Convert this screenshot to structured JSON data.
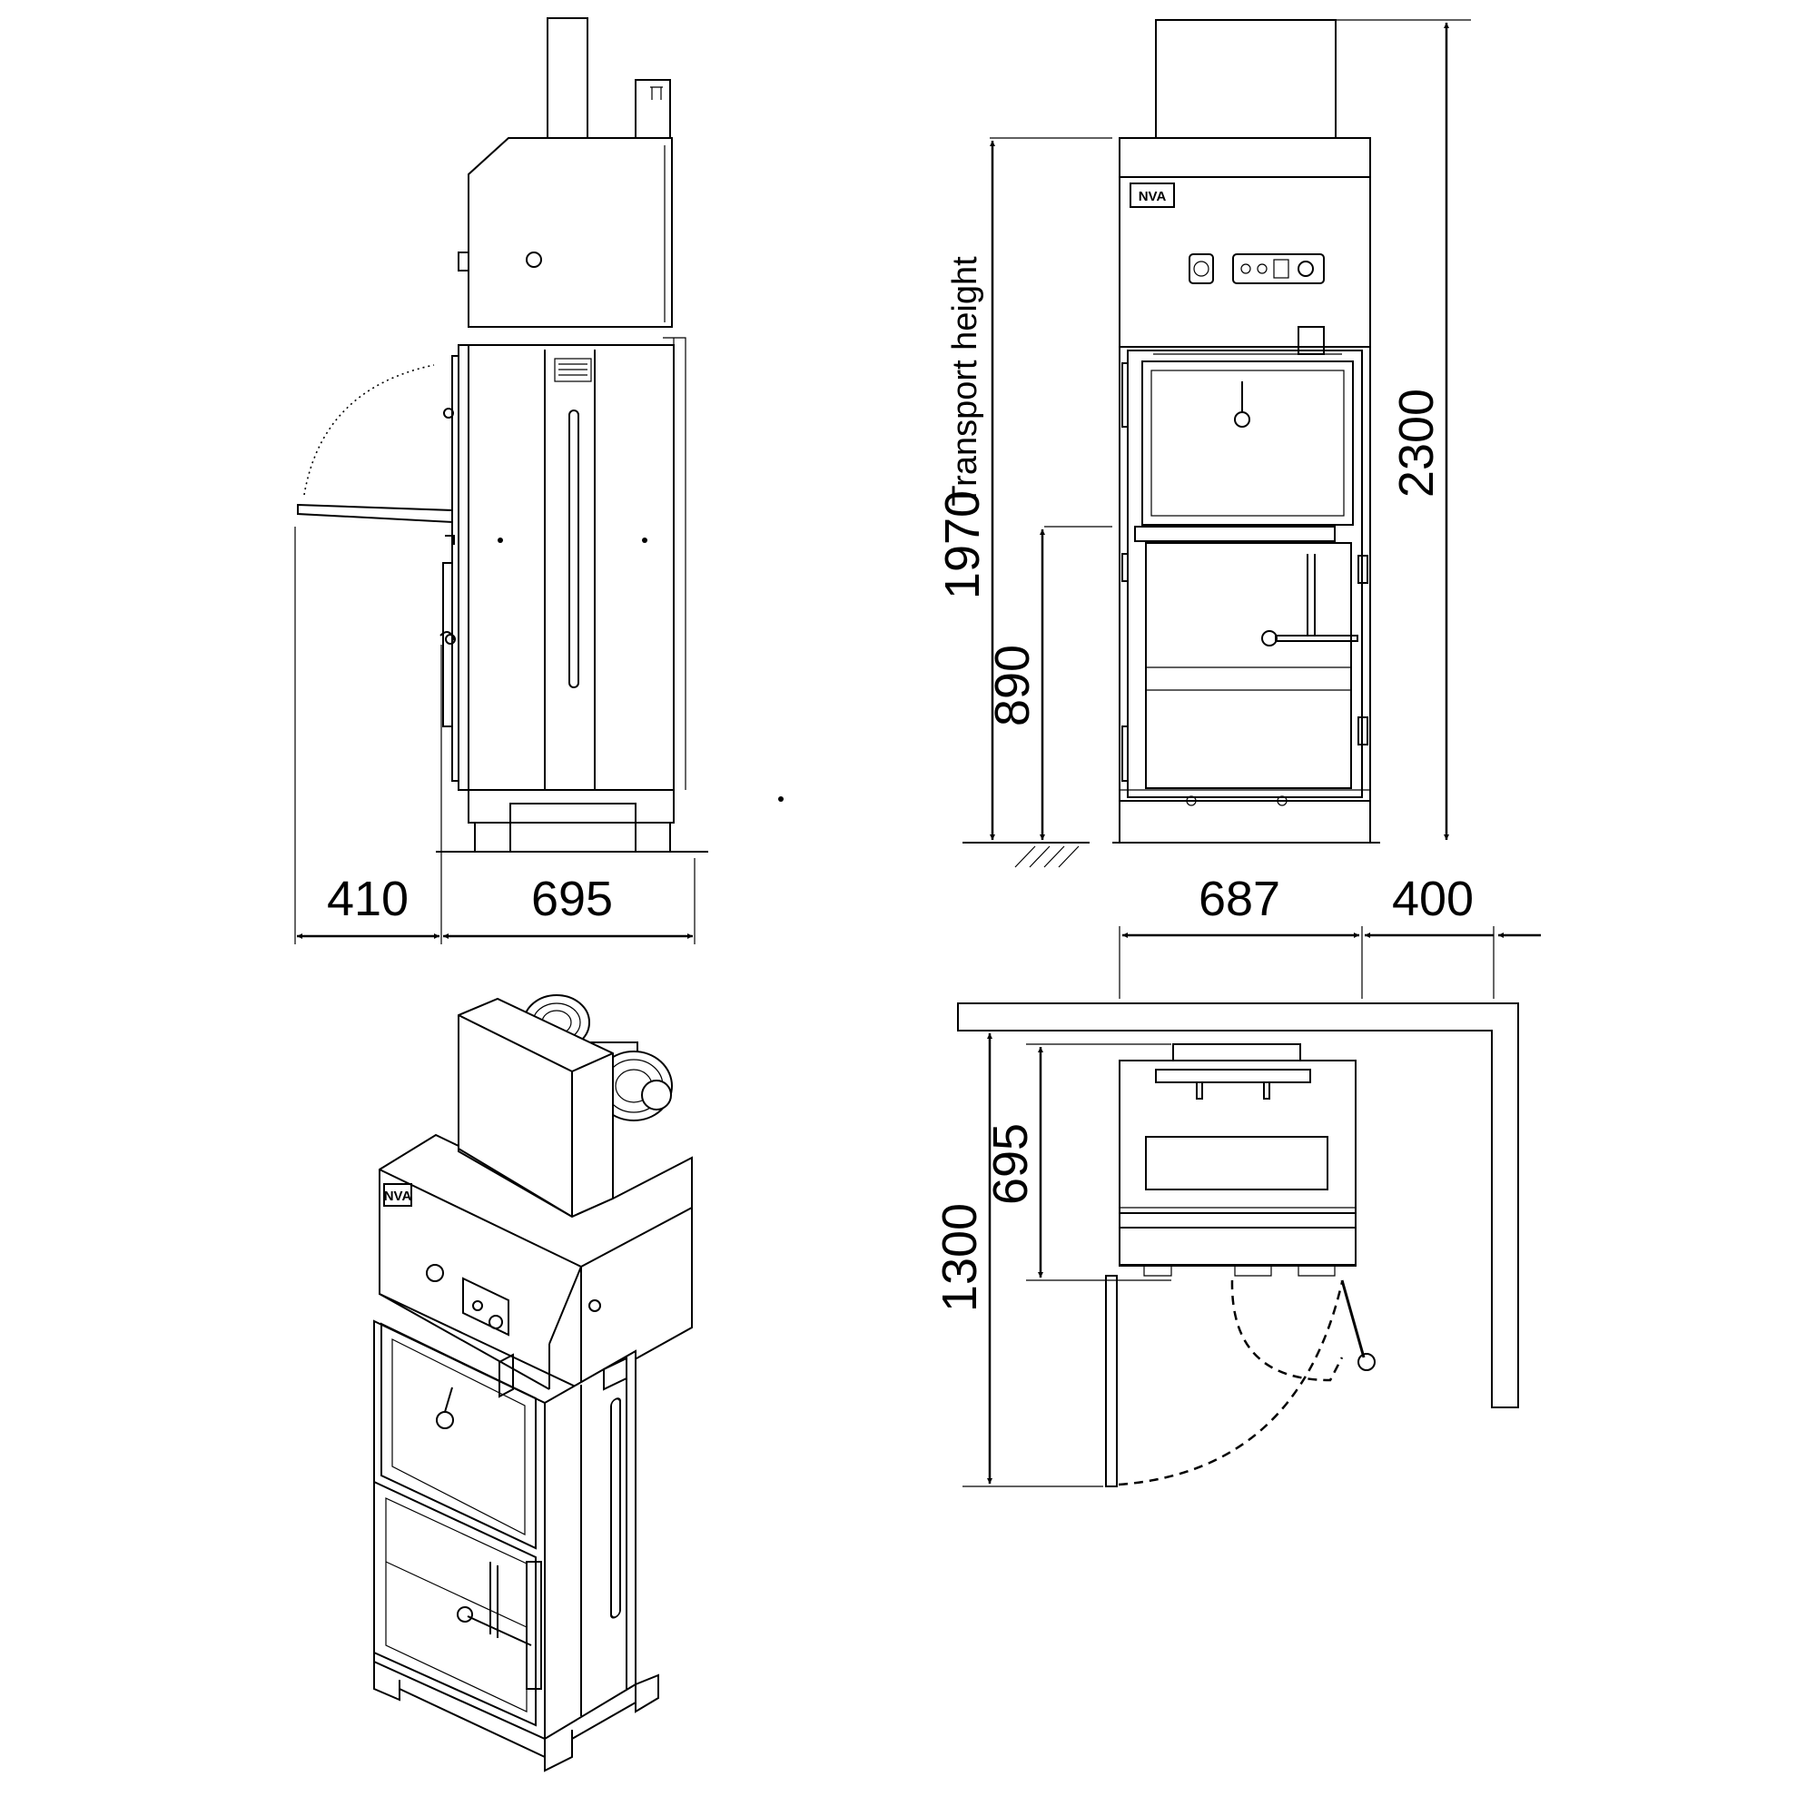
{
  "side_view": {
    "width_depth": "695",
    "door_clearance": "410"
  },
  "front_view": {
    "height_total": "2300",
    "height_transport": "1970",
    "transport_label": "Transport height",
    "height_loading": "890",
    "brand_logo": "NVA"
  },
  "top_view": {
    "width": "687",
    "side_clearance": "400",
    "depth": "695",
    "depth_with_door": "1300"
  },
  "iso_view": {
    "brand_logo": "NVA"
  },
  "colors": {
    "ink": "#000000",
    "paper": "#ffffff"
  },
  "icons": [
    "arrowhead-icon",
    "handle-knob-icon",
    "main-switch-icon",
    "control-buttons-icon",
    "ground-hatch-icon"
  ]
}
